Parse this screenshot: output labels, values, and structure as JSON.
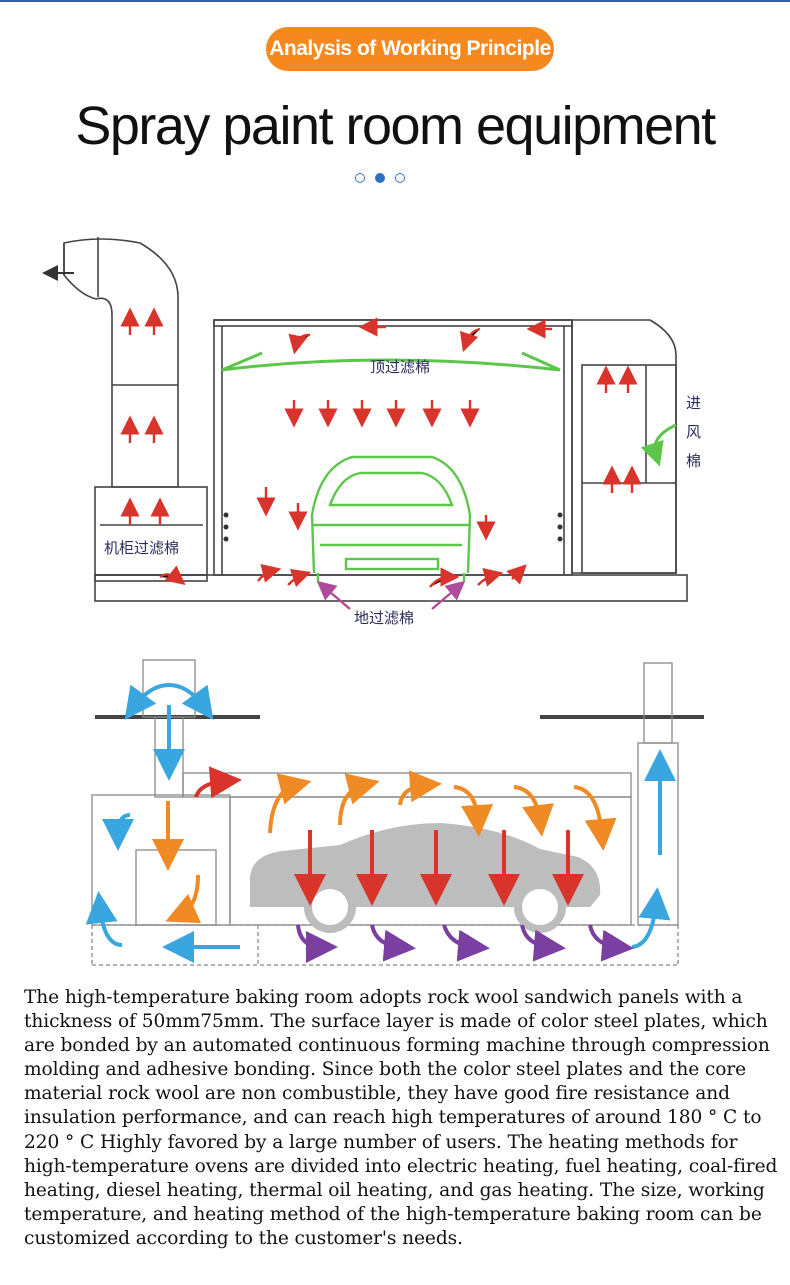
{
  "colors": {
    "accent_orange": "#f5891f",
    "top_line_blue": "#3b5ea8",
    "arrow_red": "#d9342b",
    "arrow_orange": "#f08a24",
    "arrow_blue": "#3aa6e0",
    "arrow_purple": "#7a3fa0",
    "filter_green": "#5cc64a"
  },
  "header": {
    "badge_label": "Analysis of Working Principle",
    "title": "Spray paint room equipment"
  },
  "carousel": {
    "count": 3,
    "active_index": 1
  },
  "diagram1": {
    "labels": {
      "top_filter": "顶过滤棉",
      "intake": [
        "进",
        "风",
        "棉"
      ],
      "cabinet_filter": "机柜过滤棉",
      "floor_filter": "地过滤棉"
    }
  },
  "description": "The high-temperature baking room adopts rock wool sandwich panels with a thickness of 50mm75mm. The surface layer is made of color steel plates, which are bonded by an automated continuous forming machine through compression molding and adhesive bonding. Since both the color steel plates and the core material rock wool are non combustible, they have good fire resistance and insulation performance, and can reach high temperatures of around 180 ° C to 220 ° C Highly favored by a large number of users. The heating methods for high-temperature ovens are divided into electric heating, fuel heating, coal-fired heating, diesel heating, thermal oil heating, and gas heating. The size, working temperature, and heating method of the high-temperature baking room can be customized according to the customer's needs."
}
